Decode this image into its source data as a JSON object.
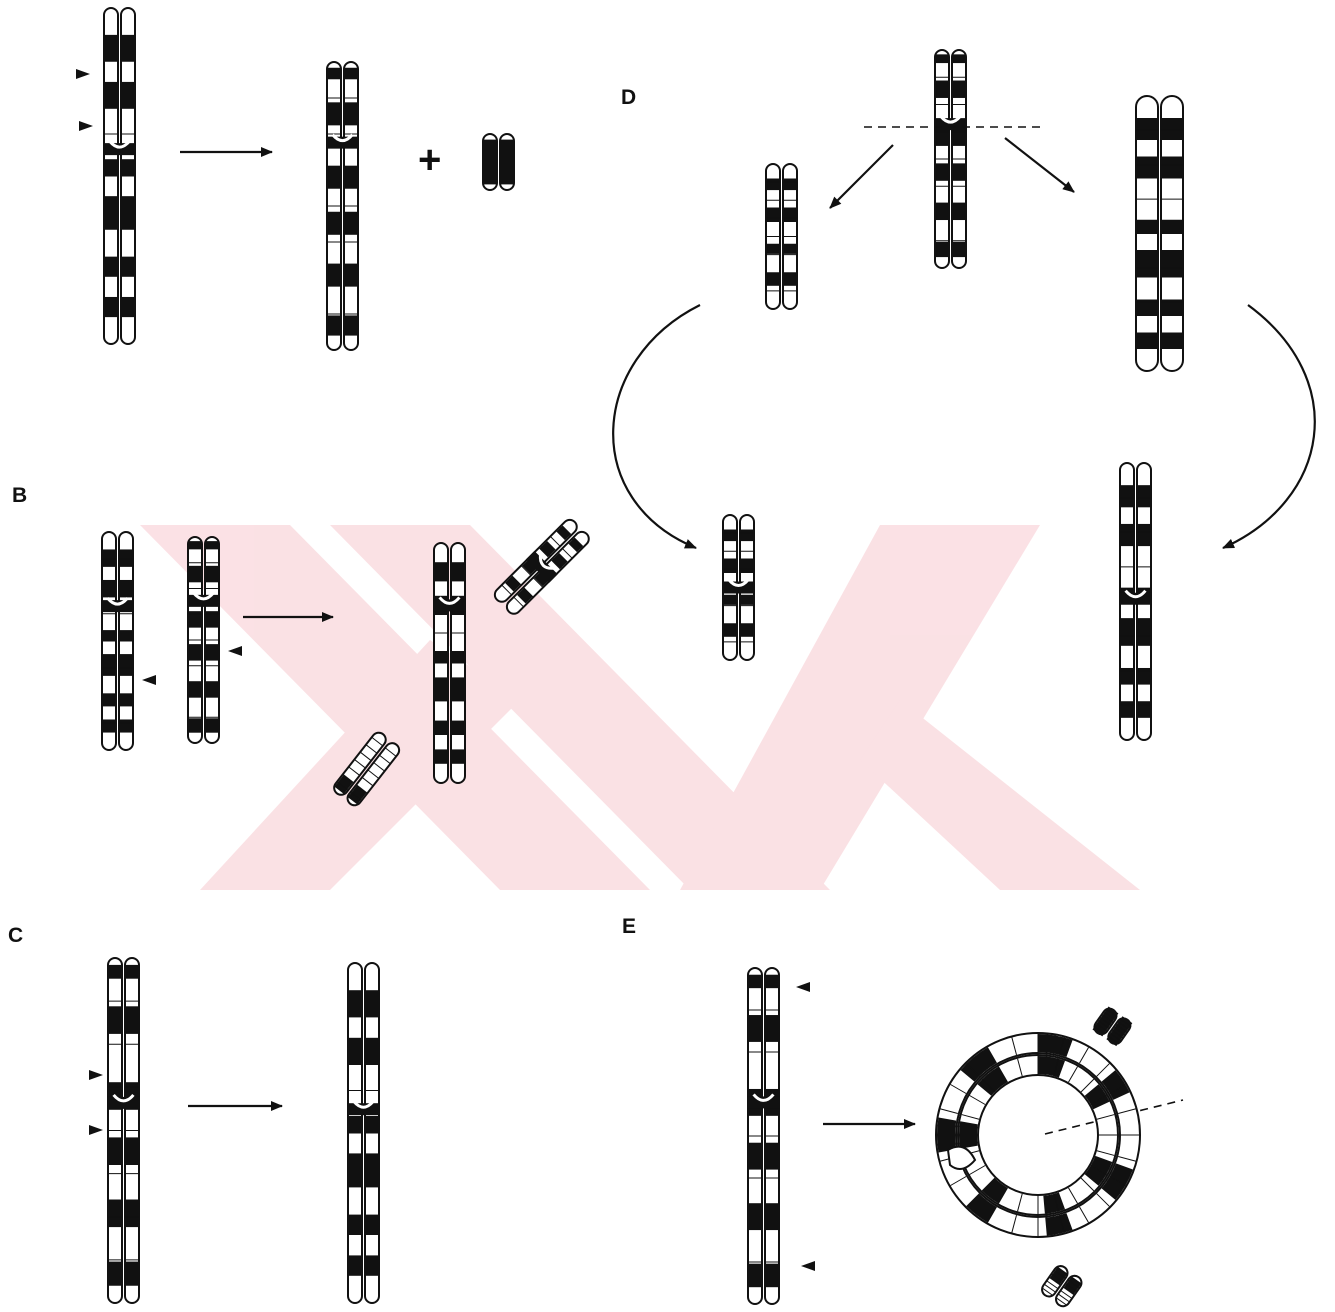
{
  "panels": {
    "B": "B",
    "C": "C",
    "D": "D",
    "E": "E"
  },
  "operator_plus": "+",
  "colors": {
    "ink": "#111111",
    "watermark": "#f7c9cf",
    "background": "#ffffff"
  }
}
